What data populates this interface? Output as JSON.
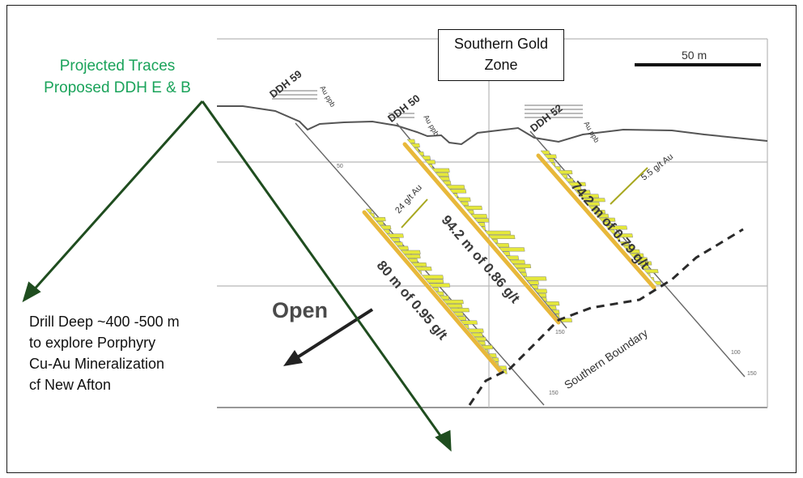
{
  "annotations": {
    "projected_traces": [
      "Projected Traces",
      "Proposed DDH E & B"
    ],
    "zone_title": [
      "Southern Gold",
      "Zone"
    ],
    "drill_note": [
      "Drill Deep ~400 -500 m",
      "to explore Porphyry",
      "Cu-Au Mineralization",
      "cf New Afton"
    ],
    "scale_label": "50 m",
    "open_label": "Open",
    "southern_boundary": "Southern Boundary"
  },
  "drill_holes": [
    {
      "name": "DDH 59",
      "assay_label": "Au ppb"
    },
    {
      "name": "DDH 50",
      "assay_label": "Au ppb",
      "interval": "94.2 m of 0.86 g/t"
    },
    {
      "name": "DDH 52",
      "assay_label": "Au ppb",
      "interval": "74.2 m of 0.79 g/t",
      "peak_label": "5.5 g/t Au"
    }
  ],
  "left_hole": {
    "interval": "80 m of 0.95 g/t",
    "peak_label": "24 g/t Au"
  },
  "colors": {
    "label_green": "#1aa35a",
    "arrow_green": "#1f4d1f",
    "intercept_yellow": "#e8b83a",
    "histogram_yellow": "#e5e83a",
    "grid": "#b8b8b8",
    "topography": "#555555"
  }
}
